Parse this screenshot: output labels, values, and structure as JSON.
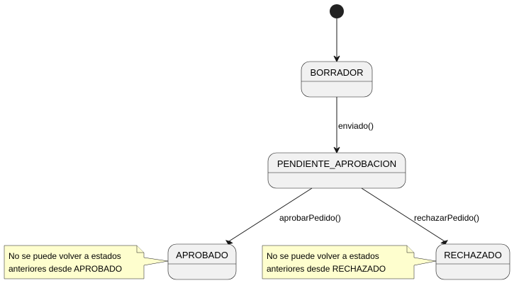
{
  "states": {
    "borrador": "BORRADOR",
    "pendiente": "PENDIENTE_APROBACION",
    "aprobado": "APROBADO",
    "rechazado": "RECHAZADO"
  },
  "transitions": {
    "enviado": "enviado()",
    "aprobar": "aprobarPedido()",
    "rechazar": "rechazarPedido()"
  },
  "notes": {
    "aprobado": [
      "No se puede volver a estados",
      "anteriores desde APROBADO"
    ],
    "rechazado": [
      "No se puede volver a estados",
      "anteriores desde RECHAZADO"
    ]
  },
  "colors": {
    "state_fill": "#f1f1f1",
    "note_fill": "#fefece",
    "line": "#181818"
  }
}
